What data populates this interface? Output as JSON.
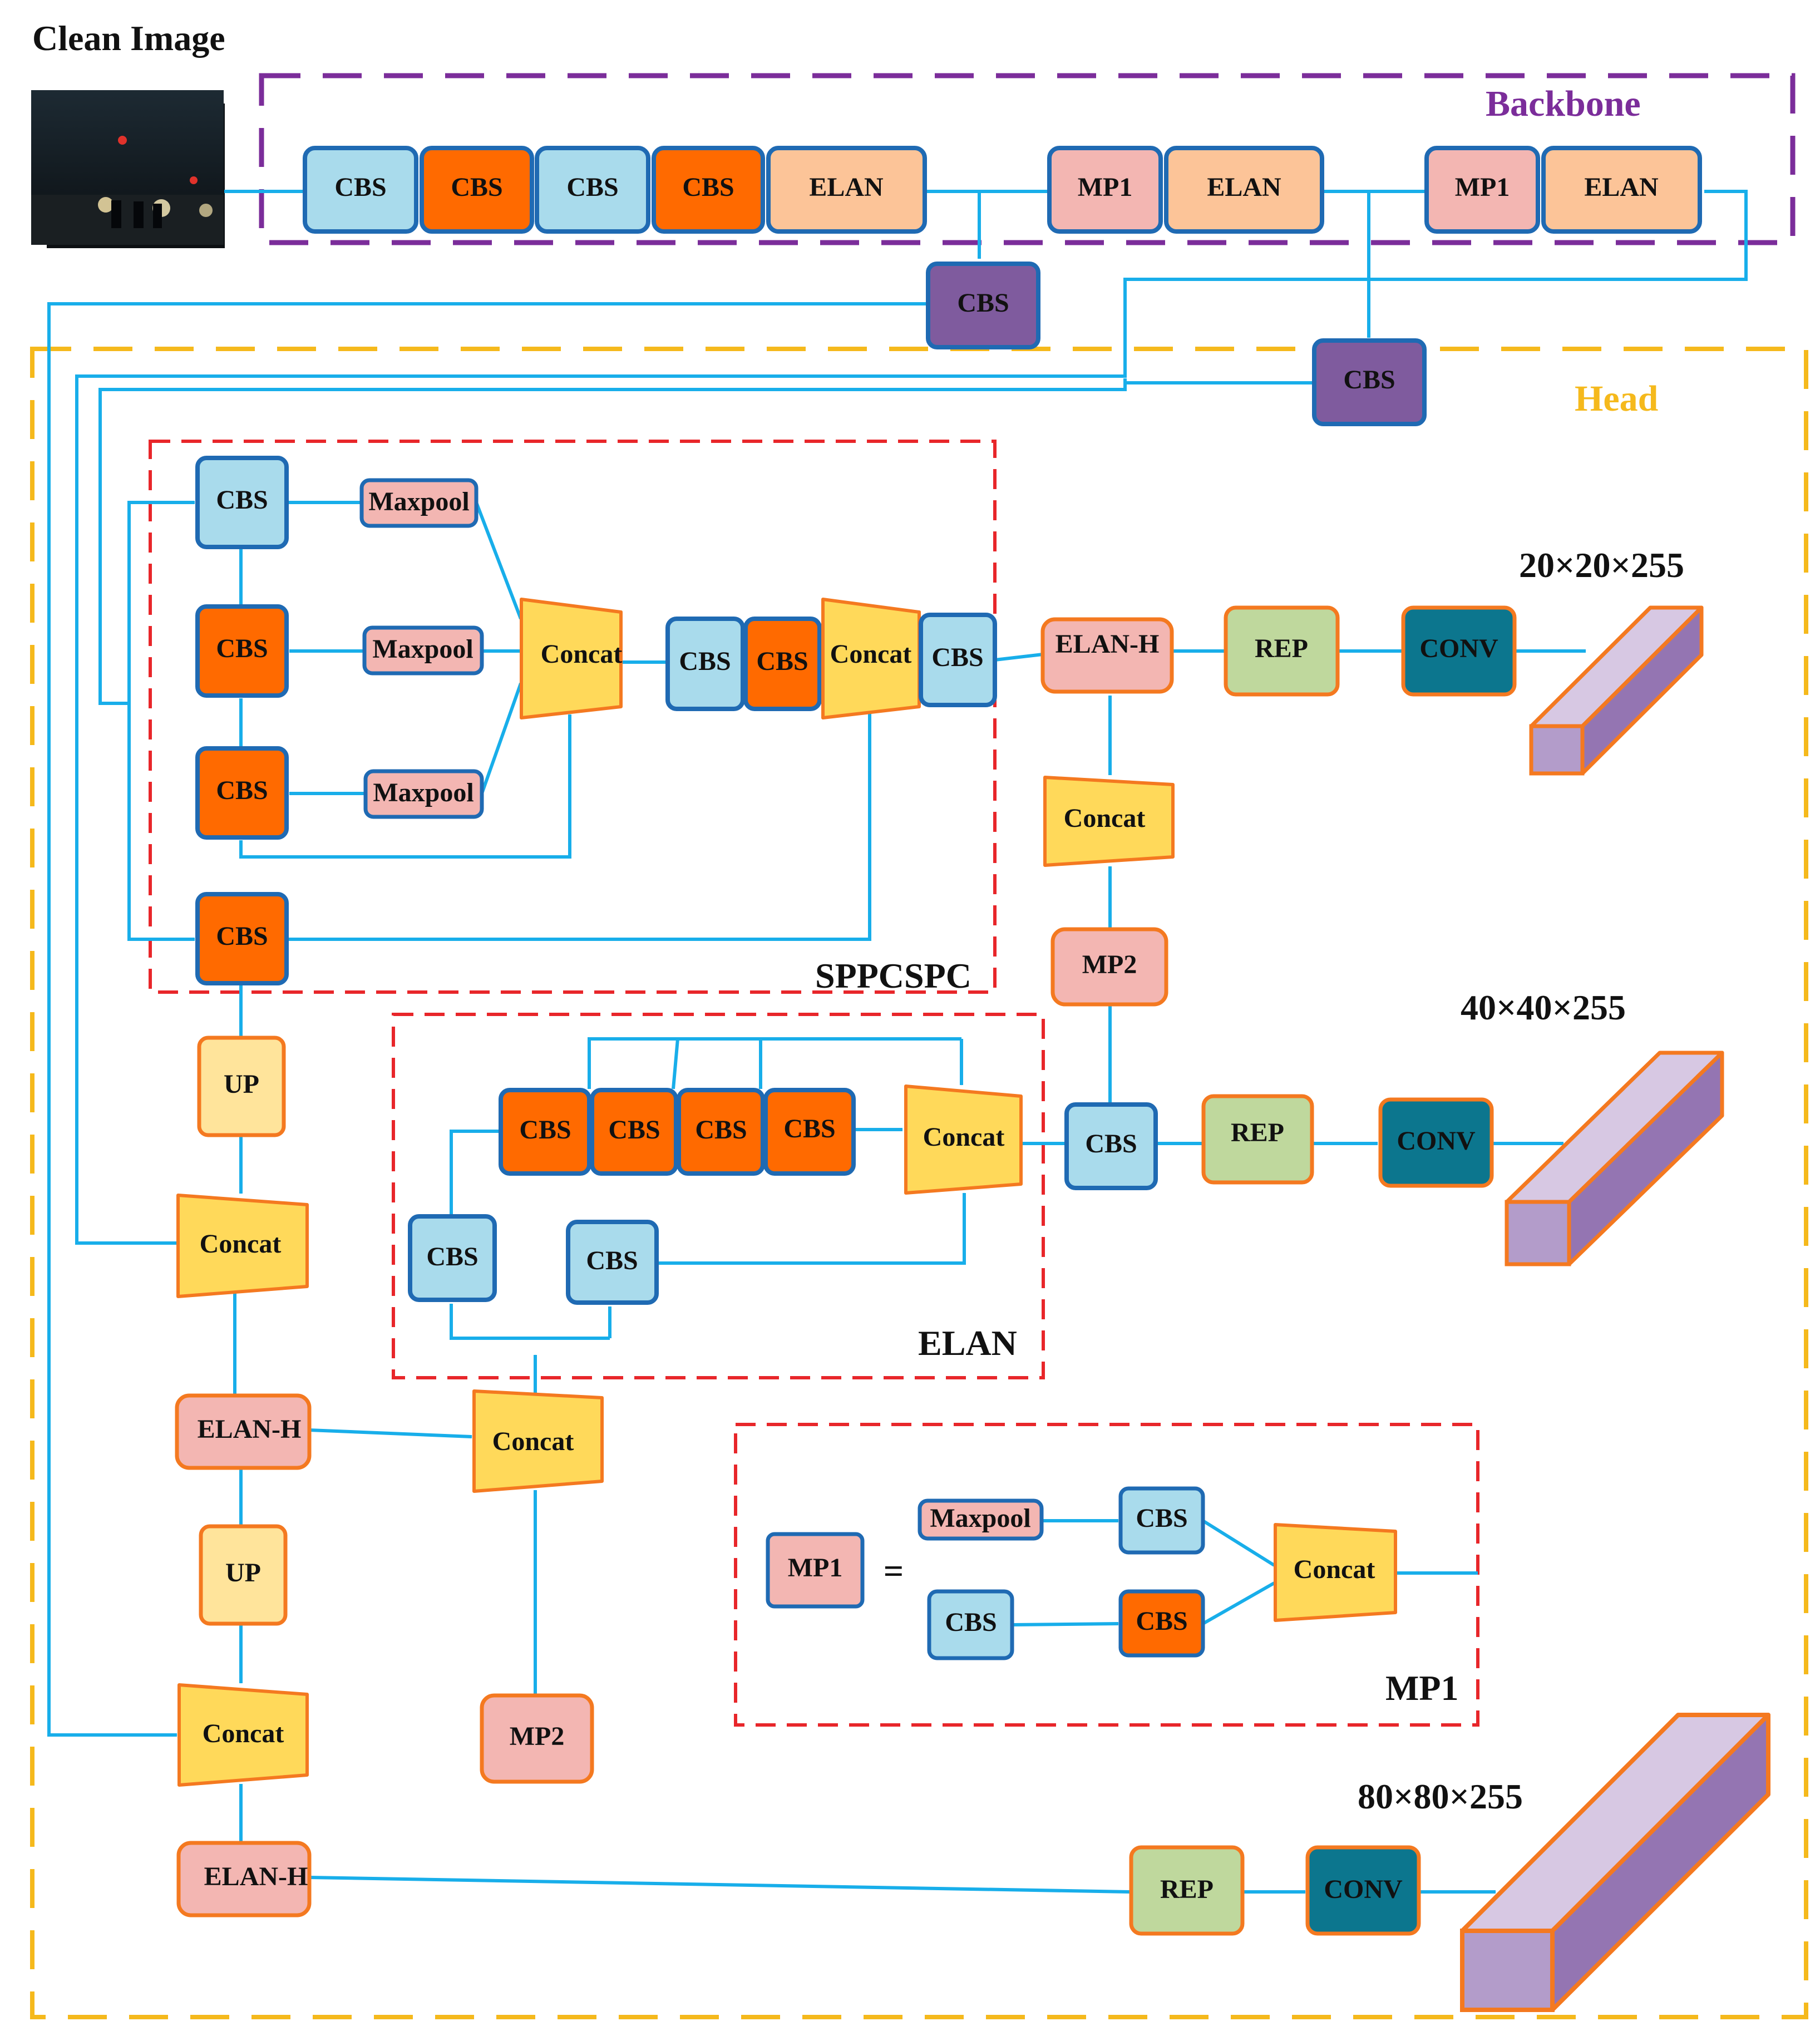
{
  "title": "Clean Image",
  "colors": {
    "backbone_frame": "#7b2d9a",
    "head_frame": "#f5b91c",
    "module_frame": "#e8262a",
    "arrow": "#18aeea",
    "cbs_light": "#a9dbec",
    "cbs_orange": "#ff6a00",
    "cbs_purple": "#7f5b9e",
    "elan": "#fcc498",
    "mp": "#f3b6b2",
    "concat": "#ffd95a",
    "up": "#ffe49b",
    "rep": "#bfd89d",
    "conv": "#0c768e",
    "outline_blue": "#1f6ab3",
    "outline_orange": "#f47920",
    "tensor_front": "#b39cca",
    "tensor_top": "#d7c8e3",
    "tensor_side": "#9475b2"
  },
  "frames": {
    "backbone": "Backbone",
    "head": "Head",
    "sppcspc": "SPPCSPC",
    "elan": "ELAN",
    "mp1": "MP1"
  },
  "blocks": {
    "cbs": "CBS",
    "elan": "ELAN",
    "elan_h": "ELAN-H",
    "mp1": "MP1",
    "mp2": "MP2",
    "maxpool": "Maxpool",
    "concat": "Concat",
    "up": "UP",
    "rep": "REP",
    "conv": "CONV",
    "equals": "="
  },
  "outputs": [
    "20×20×255",
    "40×40×255",
    "80×80×255"
  ],
  "icons": [
    "clean-image-thumbnail",
    "arrow-head"
  ]
}
